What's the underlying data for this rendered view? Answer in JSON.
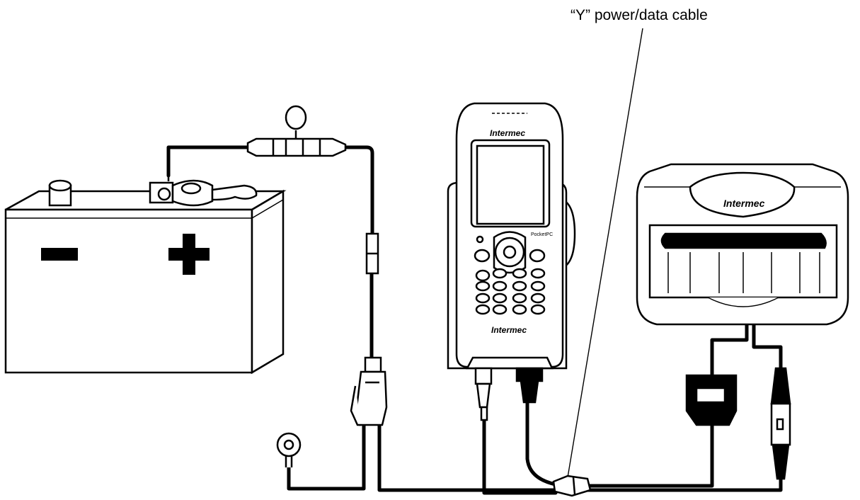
{
  "callout": {
    "y_cable_label": "“Y” power/data cable"
  },
  "computer": {
    "brand_top": "Intermec",
    "brand_bottom": "Intermec",
    "os_label": "PocketPC"
  },
  "printer": {
    "brand": "Intermec"
  },
  "battery": {
    "negative_symbol": "−",
    "positive_symbol": "+"
  },
  "icons": [
    "battery-icon",
    "fuse-holder-icon",
    "ring-terminal-icon",
    "handheld-computer-icon",
    "mobile-printer-icon",
    "db9-connector-icon",
    "y-cable-splitter-icon"
  ]
}
